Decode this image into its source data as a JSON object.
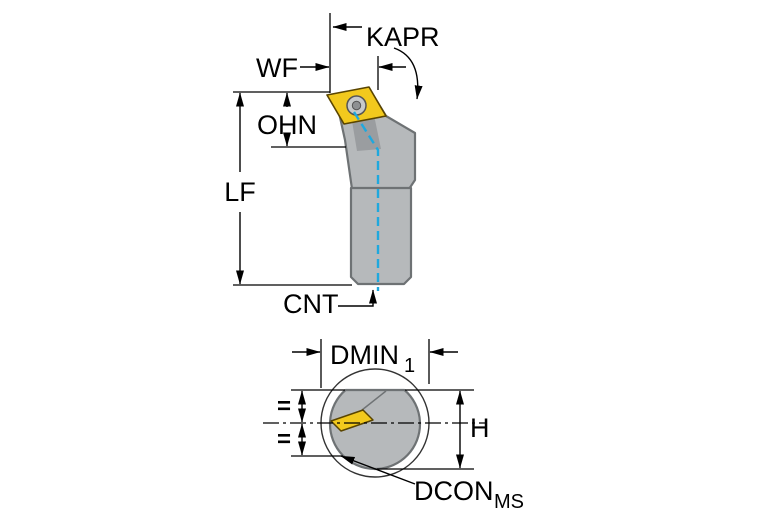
{
  "diagram": {
    "type": "cutting-tool-dimension-drawing",
    "side_view": {
      "labels": {
        "kapr": "KAPR",
        "wf": "WF",
        "ohn": "OHN",
        "lf": "LF",
        "cnt": "CNT"
      }
    },
    "end_view": {
      "labels": {
        "dmin": "DMIN",
        "dmin_sub": "1",
        "h": "H",
        "dcon": "DCON",
        "dcon_sub": "MS",
        "equal_upper": "=",
        "equal_lower": "="
      }
    },
    "colors": {
      "insert_yellow": "#F2C91D",
      "body_gray": "#B6B9BB",
      "body_edge": "#6E7274",
      "pocket_gray": "#9A9DA0",
      "screw_outer": "#C7C9CA",
      "screw_inner": "#8E9092",
      "axis_blue": "#1FA8DE",
      "line_black": "#000000",
      "background": "#FFFFFF"
    }
  }
}
